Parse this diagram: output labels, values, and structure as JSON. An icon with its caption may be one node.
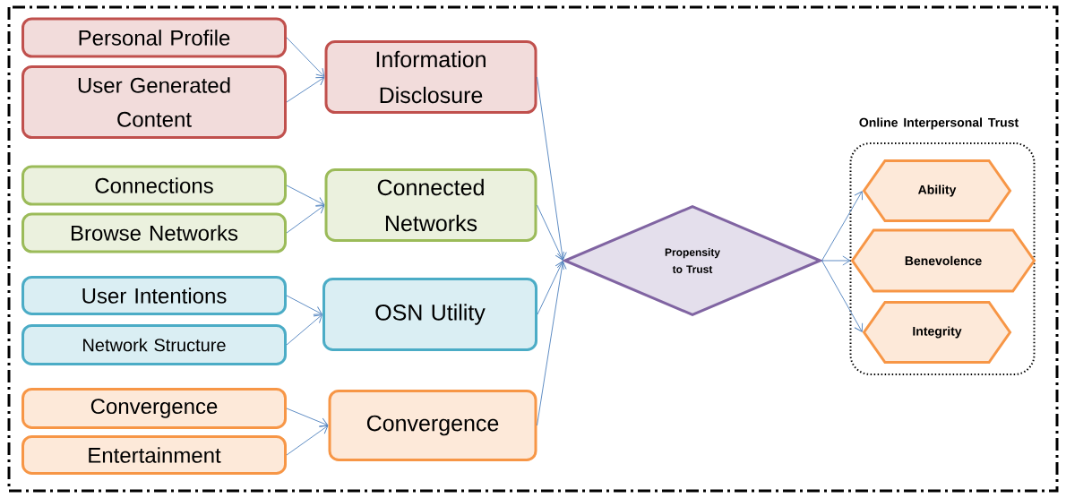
{
  "diagram": {
    "nodes": [
      {
        "text": [
          "Personal Profile"
        ]
      },
      {
        "text": [
          "User Generated Content"
        ]
      },
      {
        "text": [
          "Information Disclosure"
        ]
      },
      {
        "text": [
          "Connections"
        ]
      },
      {
        "text": [
          "Browse Networks"
        ]
      },
      {
        "text": [
          "Connected Networks"
        ]
      },
      {
        "text": [
          "User Intentions"
        ]
      },
      {
        "text": [
          "Network Structure"
        ]
      },
      {
        "text": [
          "OSN Utility"
        ]
      },
      {
        "text": [
          "Convergence"
        ]
      },
      {
        "text": [
          "Entertainment"
        ]
      },
      {
        "text": [
          "Convergence"
        ]
      },
      {
        "text": [
          "Propensity to Trust"
        ]
      },
      {
        "text": [
          "Online  Interpersonal Trust"
        ]
      },
      {
        "text": [
          "Ability"
        ],
        "in": 13
      },
      {
        "text": [
          "Benevolence"
        ],
        "in": 13
      },
      {
        "text": [
          "Integrity"
        ],
        "in": 13
      }
    ],
    "edges": [
      {
        "from": 0,
        "to": 2,
        "arrow": "to"
      },
      {
        "from": 1,
        "to": 2,
        "arrow": "to"
      },
      {
        "from": 3,
        "to": 5,
        "arrow": "to"
      },
      {
        "from": 4,
        "to": 5,
        "arrow": "to"
      },
      {
        "from": 6,
        "to": 8,
        "arrow": "to"
      },
      {
        "from": 7,
        "to": 8,
        "arrow": "to"
      },
      {
        "from": 9,
        "to": 11,
        "arrow": "to"
      },
      {
        "from": 10,
        "to": 11,
        "arrow": "to"
      },
      {
        "from": 2,
        "to": 12,
        "arrow": "to"
      },
      {
        "from": 5,
        "to": 12,
        "arrow": "to"
      },
      {
        "from": 8,
        "to": 12,
        "arrow": "to"
      },
      {
        "from": 11,
        "to": 12,
        "arrow": "to"
      },
      {
        "from": 12,
        "to": 14,
        "arrow": "to"
      },
      {
        "from": 12,
        "to": 15,
        "arrow": "to"
      },
      {
        "from": 12,
        "to": 16,
        "arrow": "to"
      }
    ]
  }
}
